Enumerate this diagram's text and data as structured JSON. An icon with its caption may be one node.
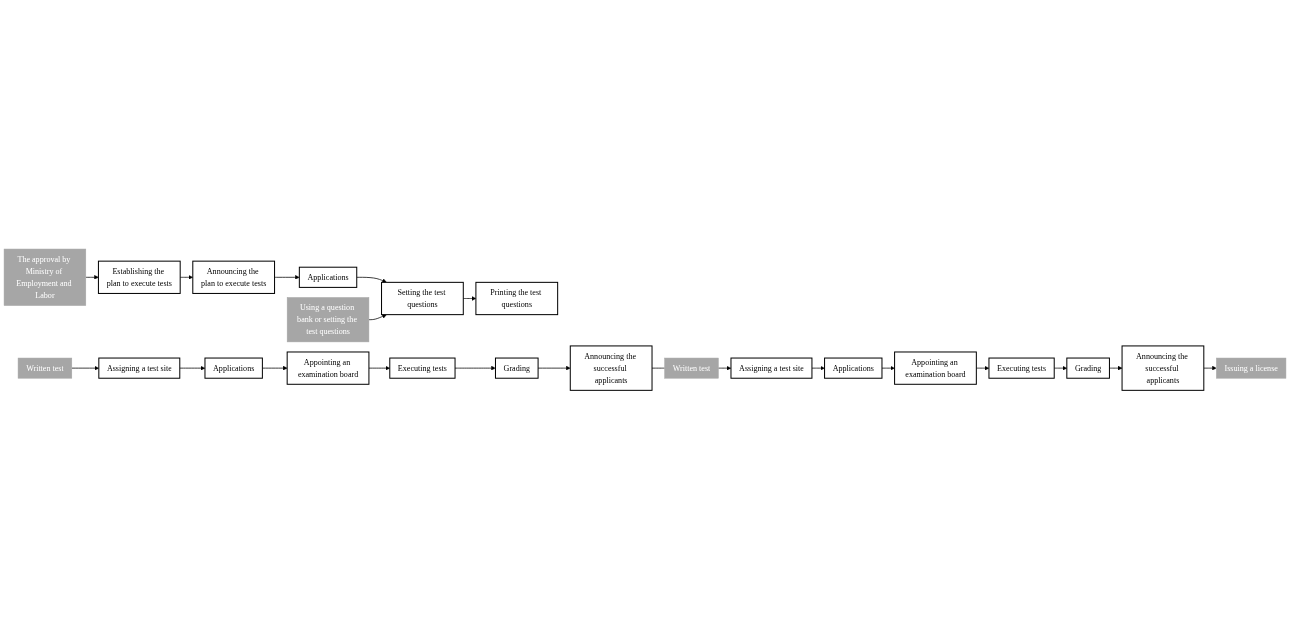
{
  "diagram": {
    "nodes": [
      {
        "text": [
          "The approval by Ministry of Employment and Labor"
        ]
      },
      {
        "text": [
          "Establishing the plan to execute tests"
        ]
      },
      {
        "text": [
          "Announcing the plan to execute tests"
        ]
      },
      {
        "text": [
          "Applications"
        ]
      },
      {
        "text": [
          "Using a question bank or setting the test questions"
        ]
      },
      {
        "text": [
          "Setting the test questions"
        ]
      },
      {
        "text": [
          "Printing the test questions"
        ]
      },
      {
        "text": [
          "Written test"
        ]
      },
      {
        "text": [
          "Assigning a test site"
        ]
      },
      {
        "text": [
          "Applications"
        ]
      },
      {
        "text": [
          "Appointing an examination board"
        ]
      },
      {
        "text": [
          "Executing tests"
        ]
      },
      {
        "text": [
          "Grading"
        ]
      },
      {
        "text": [
          "Announcing the successful applicants"
        ]
      },
      {
        "text": [
          "Written test"
        ]
      },
      {
        "text": [
          "Assigning a test site"
        ]
      },
      {
        "text": [
          "Applications"
        ]
      },
      {
        "text": [
          "Appointing an examination board"
        ]
      },
      {
        "text": [
          "Executing tests"
        ]
      },
      {
        "text": [
          "Grading"
        ]
      },
      {
        "text": [
          "Announcing the successful applicants"
        ]
      },
      {
        "text": [
          "Issuing a license"
        ]
      }
    ],
    "edges": [
      {
        "from": 0,
        "to": 1,
        "arrow": "to"
      },
      {
        "from": 1,
        "to": 2,
        "arrow": "to"
      },
      {
        "from": 2,
        "to": 3,
        "arrow": "to"
      },
      {
        "from": 3,
        "to": 5,
        "arrow": "to"
      },
      {
        "from": 4,
        "to": 5,
        "arrow": "to"
      },
      {
        "from": 5,
        "to": 6,
        "arrow": "to"
      },
      {
        "from": 7,
        "to": 8,
        "arrow": "to"
      },
      {
        "from": 8,
        "to": 9,
        "arrow": "to"
      },
      {
        "from": 9,
        "to": 10,
        "arrow": "to"
      },
      {
        "from": 10,
        "to": 11,
        "arrow": "to"
      },
      {
        "from": 11,
        "to": 12,
        "arrow": "to"
      },
      {
        "from": 12,
        "to": 13,
        "arrow": "to"
      },
      {
        "from": 13,
        "to": 14,
        "arrow": "none"
      },
      {
        "from": 14,
        "to": 15,
        "arrow": "to"
      },
      {
        "from": 15,
        "to": 16,
        "arrow": "to"
      },
      {
        "from": 16,
        "to": 17,
        "arrow": "to"
      },
      {
        "from": 17,
        "to": 18,
        "arrow": "to"
      },
      {
        "from": 18,
        "to": 19,
        "arrow": "to"
      },
      {
        "from": 19,
        "to": 20,
        "arrow": "to"
      },
      {
        "from": 20,
        "to": 21,
        "arrow": "to"
      }
    ]
  }
}
